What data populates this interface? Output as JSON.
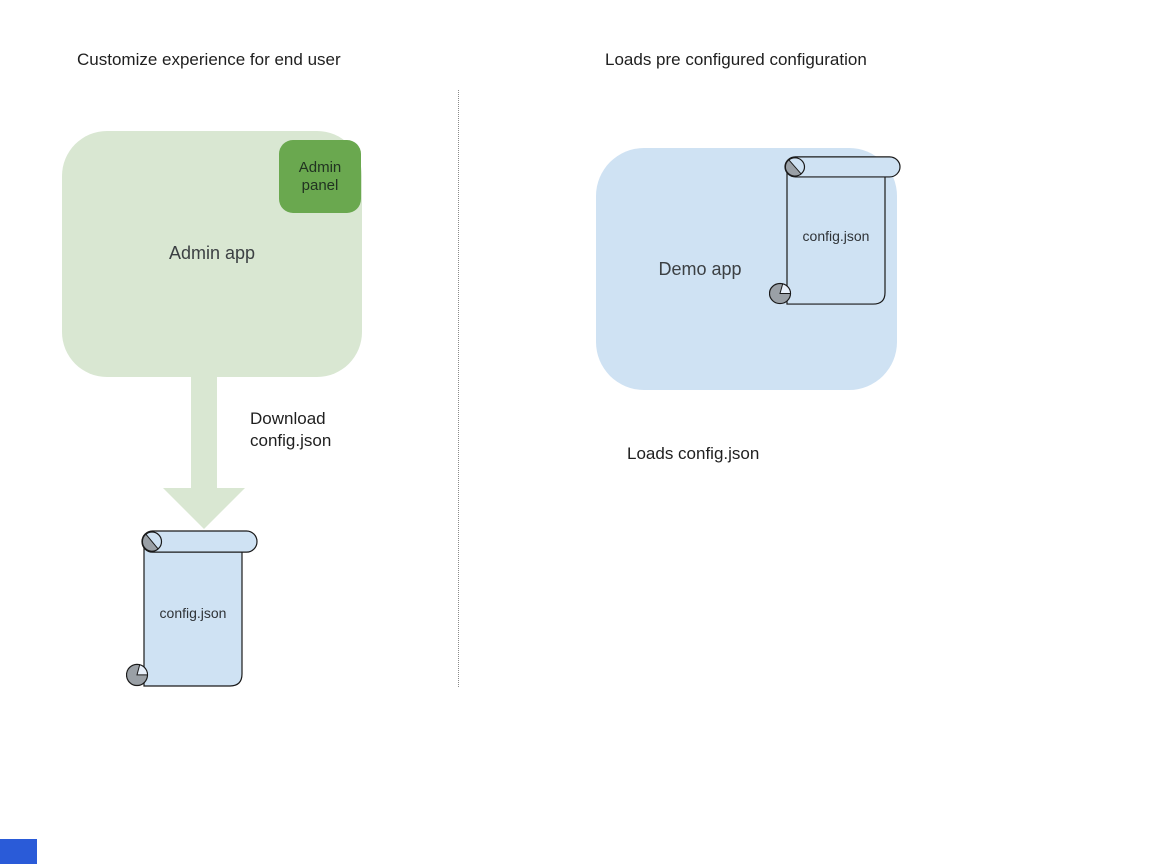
{
  "left_section": {
    "title": "Customize experience for end user",
    "admin_app_label": "Admin app",
    "admin_panel_label_line1": "Admin",
    "admin_panel_label_line2": "panel",
    "arrow_label_line1": "Download",
    "arrow_label_line2": "config.json",
    "file_label": "config.json"
  },
  "right_section": {
    "title": "Loads pre configured configuration",
    "demo_app_label": "Demo app",
    "file_label": "config.json",
    "caption": "Loads config.json"
  },
  "colors": {
    "admin_app_fill": "#d9e7d2",
    "admin_panel_fill": "#6aa84f",
    "arrow_fill": "#d9e7d2",
    "demo_app_fill": "#cfe2f3",
    "scroll_fill": "#cfe2f3",
    "scroll_curl_gray": "#9aa0a6",
    "scroll_notch_light": "#e8f0fa",
    "scroll_stroke": "#1a1a1a",
    "divider_gray": "#8a8a8a",
    "corner_square_blue": "#2a5bd8"
  }
}
